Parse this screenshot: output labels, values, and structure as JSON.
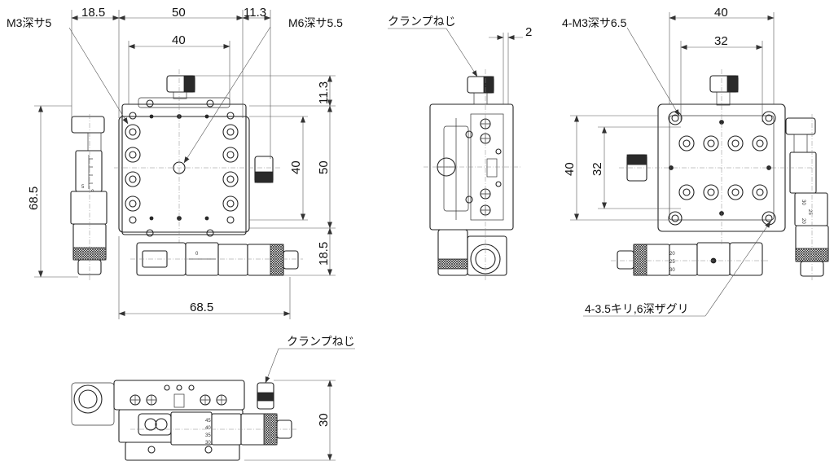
{
  "dimensions": {
    "top_offset": "18.5",
    "top_width": "50",
    "top_right_offset": "11.3",
    "inner_width": "40",
    "right_top_offset": "11.3",
    "right_inner": "40",
    "right_total": "50",
    "right_bottom": "18.5",
    "left_total": "68.5",
    "bottom_total": "68.5",
    "side_thickness": "2",
    "right_view_width": "40",
    "right_view_inner": "32",
    "right_view_height": "40",
    "right_view_inner_height": "32",
    "bottom_view_height": "30"
  },
  "labels": {
    "m3_hole": "M3深サ5",
    "m6_hole": "M6深サ5.5",
    "clamp_screw_side": "クランプねじ",
    "m3_holes_bottom": "4-M3深サ6.5",
    "counterbore_holes": "4-3.5キリ,6深ザグリ",
    "clamp_screw_bottom": "クランプねじ"
  },
  "micrometer_scales": {
    "left_a": "5",
    "left_b": "0",
    "left_c": "45",
    "left_d": "5",
    "front_a": "0",
    "front_b": "5",
    "front_c": "45",
    "br_a": "30",
    "br_b": "25",
    "br_c": "20",
    "bl_a": "20",
    "bl_b": "25",
    "bl_c": "30",
    "bot_a": "45",
    "bot_b": "40",
    "bot_c": "35",
    "bot_d": "30"
  }
}
